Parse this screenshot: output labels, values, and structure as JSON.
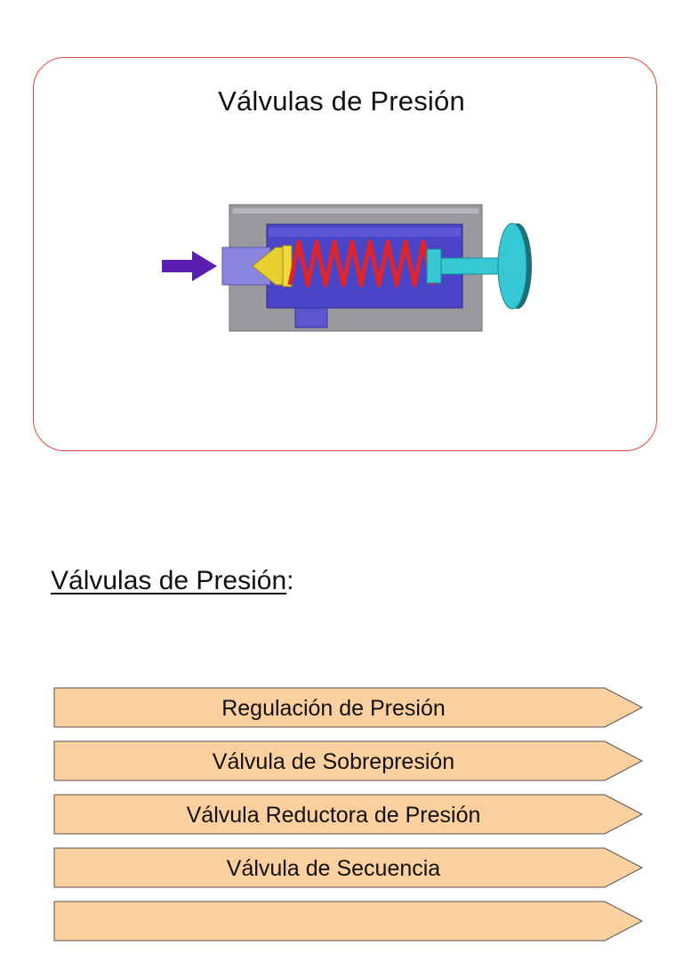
{
  "card": {
    "title": "Válvulas de Presión",
    "colors": {
      "border": "#d94848",
      "body": "#8f8f93",
      "chamber": "#4a44c8",
      "spring": "#e0242c",
      "poppet": "#e8d030",
      "knob": "#36c8d4",
      "arrow": "#5a1fb0"
    }
  },
  "section": {
    "heading_main": "Válvulas de Presión",
    "heading_suffix": ":"
  },
  "list": {
    "fill": "#fbcf9e",
    "items": [
      {
        "label": "Regulación de Presión"
      },
      {
        "label": "Válvula de Sobrepresión"
      },
      {
        "label": "Válvula Reductora de Presión"
      },
      {
        "label": "Válvula de Secuencia"
      },
      {
        "label": ""
      }
    ]
  }
}
